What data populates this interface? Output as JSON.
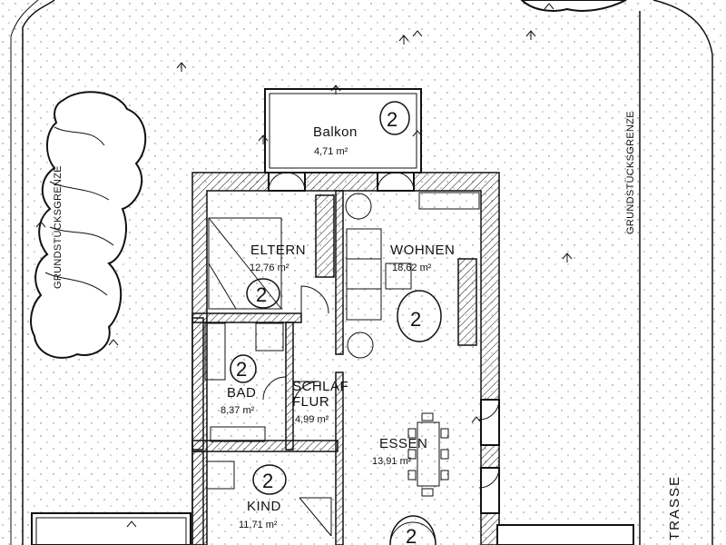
{
  "rooms": {
    "balkon": {
      "name": "Balkon",
      "area": "4,71 m²",
      "marker": "2"
    },
    "eltern": {
      "name": "ELTERN",
      "area": "12,76 m²",
      "marker": "2"
    },
    "wohnen": {
      "name": "WOHNEN",
      "area": "18,62 m²",
      "marker": "2"
    },
    "bad": {
      "name": "BAD",
      "area": "8,37 m²",
      "marker": "2"
    },
    "flur": {
      "name_line1": "SCHLAF",
      "name_line2": "FLUR",
      "area": "4,99 m²"
    },
    "essen": {
      "name": "ESSEN",
      "area": "13,91 m²"
    },
    "kind": {
      "name": "KIND",
      "area": "11,71 m²",
      "marker": "2"
    },
    "bottom": {
      "marker": "2"
    }
  },
  "labels": {
    "boundary_left": "GRUNDSTÜCKSGRENZE",
    "boundary_right": "GRUNDSTÜCKSGRENZE",
    "street": "TRASSE"
  }
}
